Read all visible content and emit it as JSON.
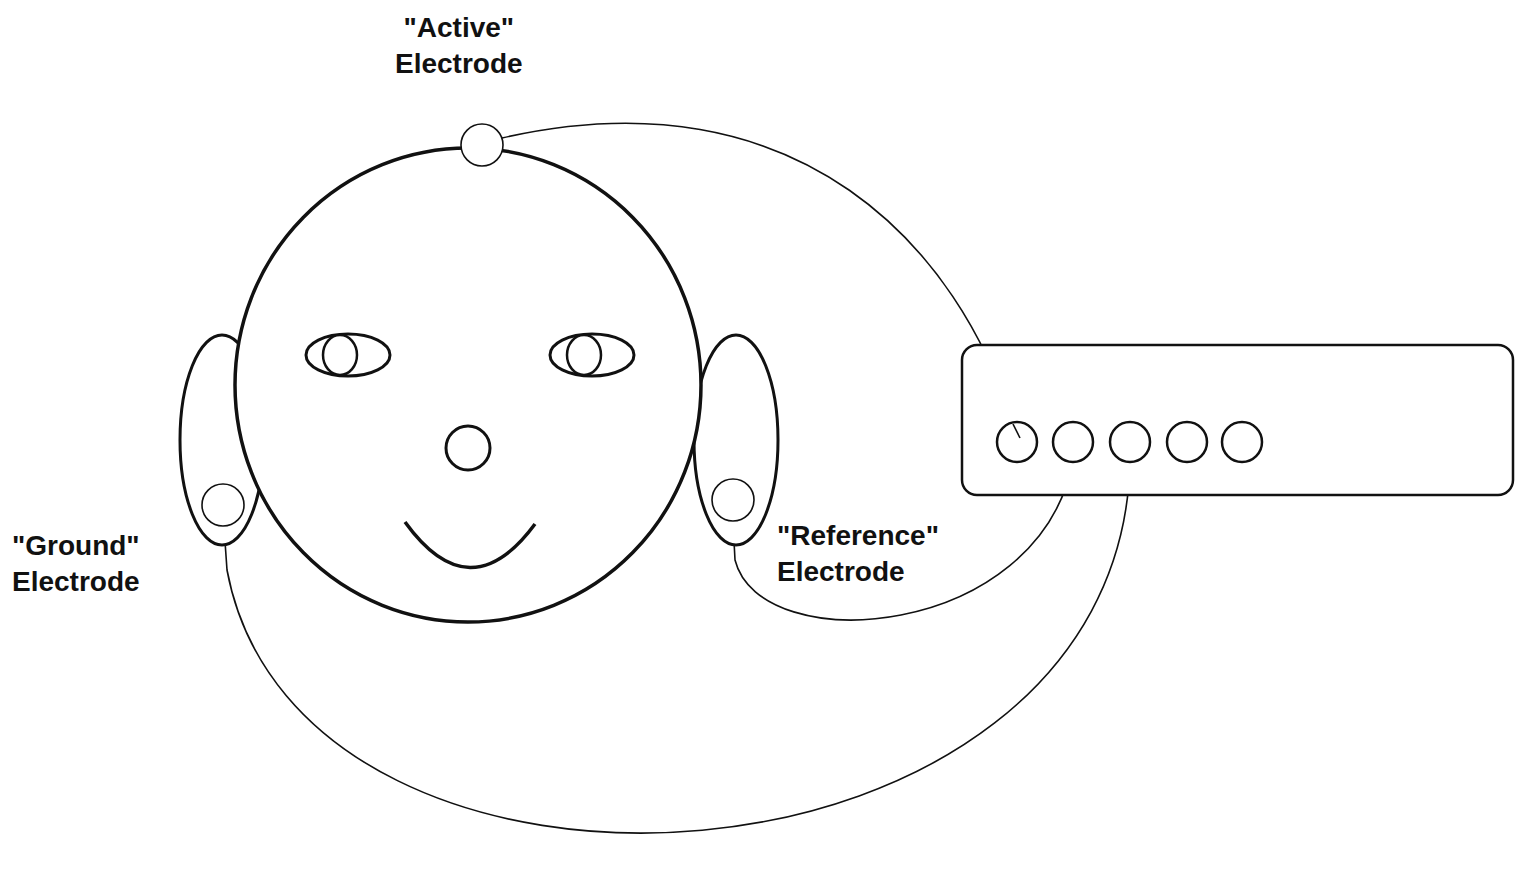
{
  "diagram": {
    "nodes": [
      {
        "text": [
          "\"Active\" Electrode"
        ]
      },
      {
        "text": [
          "\"Ground\" Electrode"
        ]
      },
      {
        "text": [
          "\"Reference\" Electrode"
        ]
      }
    ]
  }
}
